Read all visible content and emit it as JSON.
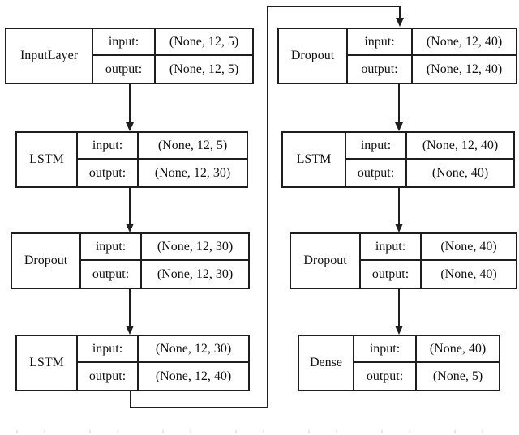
{
  "figure": {
    "background_color": "#ffffff",
    "line_color": "#1e1e1e",
    "text_color": "#111111"
  },
  "labels": {
    "input": "input:",
    "output": "output:"
  },
  "blocks": [
    {
      "name": "InputLayer",
      "input_shape": "(None, 12, 5)",
      "output_shape": "(None, 12, 5)"
    },
    {
      "name": "LSTM",
      "input_shape": "(None, 12, 5)",
      "output_shape": "(None, 12, 30)"
    },
    {
      "name": "Dropout",
      "input_shape": "(None, 12, 30)",
      "output_shape": "(None, 12, 30)"
    },
    {
      "name": "LSTM",
      "input_shape": "(None, 12, 30)",
      "output_shape": "(None, 12, 40)"
    },
    {
      "name": "Dropout",
      "input_shape": "(None, 12, 40)",
      "output_shape": "(None, 12, 40)"
    },
    {
      "name": "LSTM",
      "input_shape": "(None, 12, 40)",
      "output_shape": "(None, 40)"
    },
    {
      "name": "Dropout",
      "input_shape": "(None, 40)",
      "output_shape": "(None, 40)"
    },
    {
      "name": "Dense",
      "input_shape": "(None, 40)",
      "output_shape": "(None, 5)"
    }
  ],
  "edges": [
    {
      "from": "InputLayer",
      "to": "LSTM"
    },
    {
      "from": "LSTM",
      "to": "Dropout"
    },
    {
      "from": "Dropout",
      "to": "LSTM"
    },
    {
      "from": "LSTM",
      "to": "Dropout"
    },
    {
      "from": "Dropout",
      "to": "LSTM"
    },
    {
      "from": "LSTM",
      "to": "Dropout"
    },
    {
      "from": "Dropout",
      "to": "Dense"
    }
  ]
}
